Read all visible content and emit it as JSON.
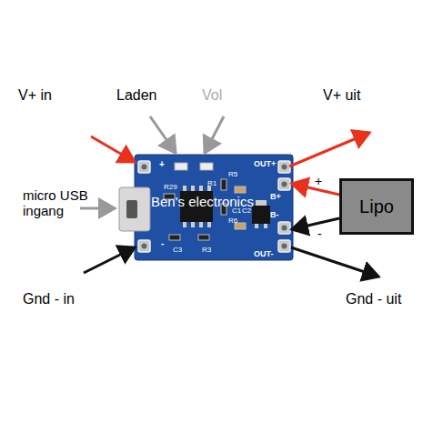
{
  "diagram": {
    "nodes": [
      {
        "text": [
          "Lipo"
        ]
      }
    ],
    "labels": [
      "V+ in",
      "Laden",
      "Vol",
      "V+ uit",
      "micro USB ingang",
      "Gnd - in",
      "Gnd - uit",
      "+",
      "-",
      "+",
      "-",
      "OUT+",
      "B+",
      "B-",
      "OUT-",
      "R29",
      "R1",
      "R5",
      "R6",
      "C3",
      "R3",
      "C1",
      "C2",
      "Ben's electronics"
    ]
  }
}
